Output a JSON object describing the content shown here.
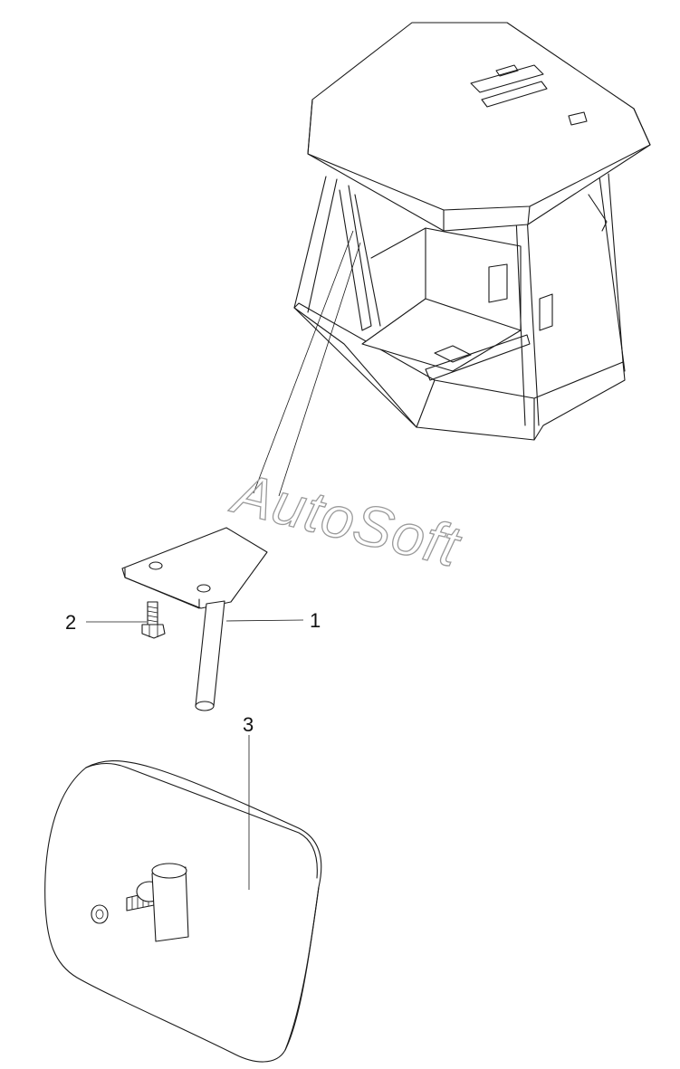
{
  "watermark": {
    "text": "AutoSoft"
  },
  "callouts": [
    {
      "label": "1",
      "part": "mirror-bracket"
    },
    {
      "label": "2",
      "part": "bolt"
    },
    {
      "label": "3",
      "part": "mirror"
    }
  ]
}
